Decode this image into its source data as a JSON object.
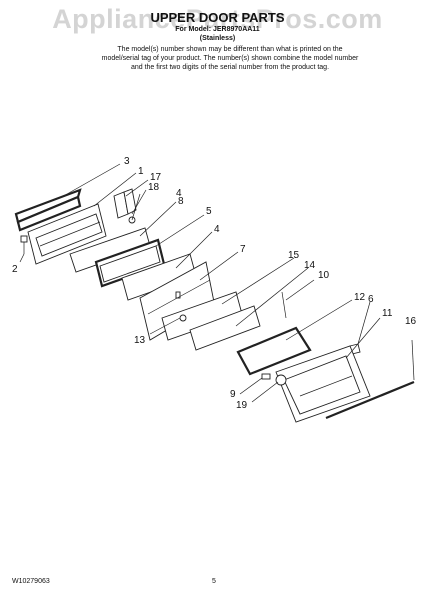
{
  "watermark": "AppliancePartsPros.com",
  "header": {
    "title": "UPPER DOOR PARTS",
    "subtitle": "For Model: JER8970AA11",
    "variant": "(Stainless)",
    "note": "The model(s) number shown may be different than what is printed on the model/serial tag of your product. The number(s) shown combine the model number and the first two digits of the serial number from the product tag."
  },
  "callouts": [
    "3",
    "1",
    "17",
    "18",
    "4",
    "8",
    "5",
    "4",
    "7",
    "2",
    "15",
    "14",
    "10",
    "13",
    "12",
    "6",
    "11",
    "16",
    "9",
    "19"
  ],
  "footer": {
    "doc_number": "W10279063",
    "page_number": "5"
  }
}
